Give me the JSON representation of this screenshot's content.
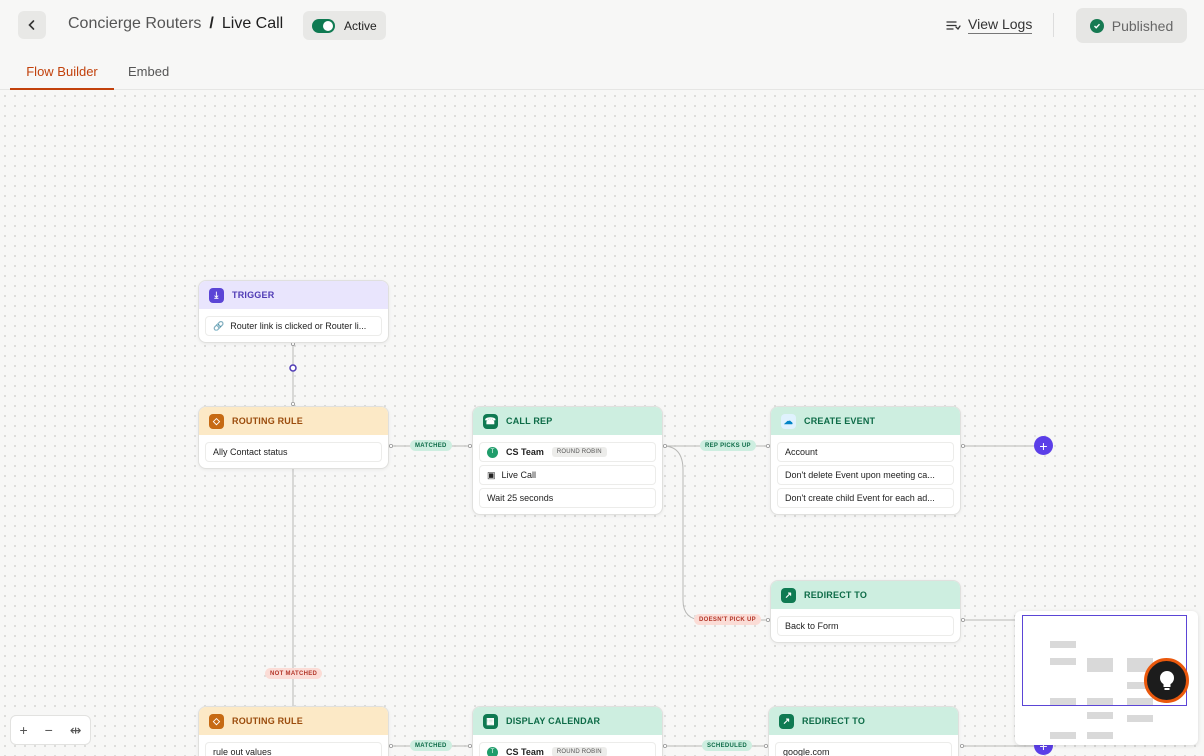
{
  "header": {
    "breadcrumb_parent": "Concierge Routers",
    "breadcrumb_sep": "/",
    "breadcrumb_current": "Live Call",
    "active_label": "Active",
    "view_logs": "View Logs",
    "published": "Published"
  },
  "tabs": {
    "flow_builder": "Flow Builder",
    "embed": "Embed"
  },
  "nodes": {
    "trigger": {
      "title": "TRIGGER",
      "rows": [
        "Router link is clicked or Router li..."
      ]
    },
    "rule1": {
      "title": "ROUTING RULE",
      "rows": [
        "Ally Contact status"
      ]
    },
    "callrep": {
      "title": "CALL REP",
      "team": "CS Team",
      "team_avatar": "T",
      "badge": "ROUND ROBIN",
      "rows": [
        "Live Call",
        "Wait 25 seconds"
      ]
    },
    "createevent": {
      "title": "CREATE EVENT",
      "rows": [
        "Account",
        "Don't delete Event upon meeting ca...",
        "Don't create child Event for each ad..."
      ]
    },
    "redirect1": {
      "title": "REDIRECT TO",
      "rows": [
        "Back to Form"
      ]
    },
    "rule2": {
      "title": "ROUTING RULE",
      "rows": [
        "rule out values"
      ]
    },
    "displaycal": {
      "title": "DISPLAY CALENDAR",
      "team": "CS Team",
      "team_avatar": "T",
      "badge": "ROUND ROBIN"
    },
    "redirect2": {
      "title": "REDIRECT TO",
      "rows": [
        "google.com"
      ]
    }
  },
  "edge_labels": {
    "matched": "MATCHED",
    "rep_picks_up": "REP PICKS UP",
    "doesnt_pick_up": "DOESN'T PICK UP",
    "not_matched": "NOT MATCHED",
    "matched2": "MATCHED",
    "scheduled": "SCHEDULED"
  },
  "zoom": {
    "in": "+",
    "out": "−",
    "fit": "⇹"
  },
  "colors": {
    "accent_orange": "#c2410c",
    "brand_purple": "#5b3ee8",
    "active_green": "#0f7a52"
  }
}
